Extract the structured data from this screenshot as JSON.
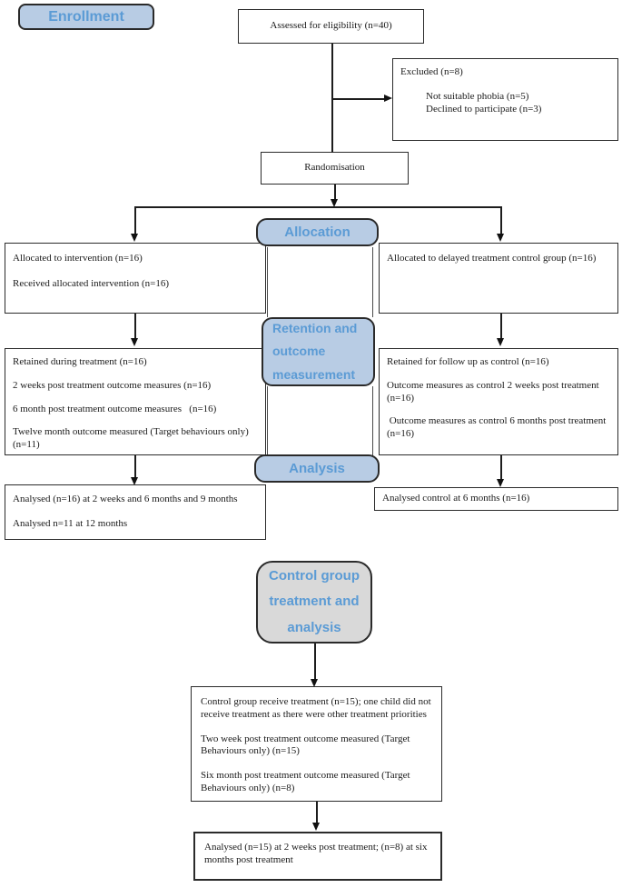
{
  "diagram_title": "CONSORT participant flow diagram",
  "colors": {
    "stage_label_fill": "#b8cce4",
    "stage_label_text": "#5b9bd5",
    "control_label_fill": "#d9d9d9",
    "box_border": "#2b2b2b"
  },
  "labels": {
    "enrollment": "Enrollment",
    "allocation": "Allocation",
    "retention": "Retention and outcome measurement",
    "analysis": "Analysis",
    "control_group": "Control group treatment and analysis"
  },
  "boxes": {
    "assessed": "Assessed for eligibility (n=40)",
    "excluded_title": "Excluded (n=8)",
    "excluded_items": [
      "Not suitable phobia (n=5)",
      "Declined to participate (n=3)"
    ],
    "randomisation": "Randomisation",
    "allocated_intervention": [
      "Allocated to intervention (n=16)",
      "Received allocated intervention (n=16)"
    ],
    "allocated_control": [
      "Allocated to delayed treatment control group (n=16)"
    ],
    "retained_intervention": [
      "Retained during treatment (n=16)",
      "2 weeks post treatment outcome measures (n=16)",
      "6 month post treatment outcome measures   (n=16)",
      "Twelve month outcome measured (Target behaviours only) (n=11)"
    ],
    "retained_control": [
      "Retained for follow up as control (n=16)",
      "Outcome measures as control 2 weeks post treatment (n=16)",
      " Outcome measures as control 6 months post treatment (n=16)"
    ],
    "analysed_intervention": [
      "Analysed (n=16) at 2 weeks and 6 months and 9 months",
      "Analysed n=11 at 12 months"
    ],
    "analysed_control": "Analysed control at 6 months (n=16)",
    "control_treatment": [
      "Control group receive treatment (n=15); one child did not receive treatment as there were other treatment priorities",
      "Two week post treatment outcome measured (Target Behaviours only) (n=15)",
      "Six month post treatment outcome measured (Target Behaviours only) (n=8)"
    ],
    "final_analysis": [
      "Analysed (n=15) at 2 weeks post treatment; (n=8) at six months post treatment"
    ]
  }
}
